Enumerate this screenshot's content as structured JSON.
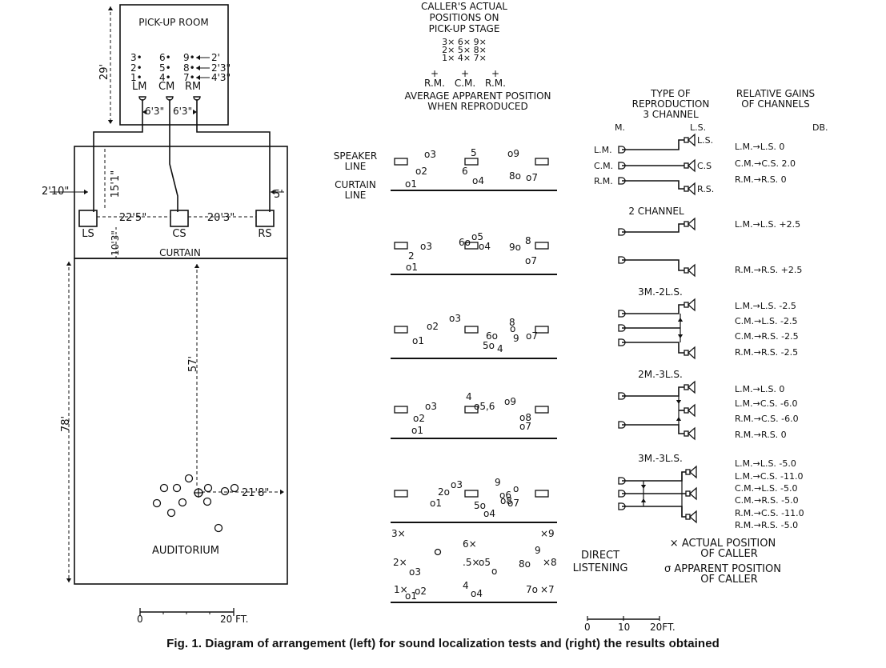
{
  "caption": "Fig. 1.   Diagram of arrangement (left) for sound localization tests and (right) the results obtained",
  "left": {
    "pickup_room": "PICK-UP ROOM",
    "pickup_depth": "29'",
    "stage_rows": [
      {
        "l": "3•",
        "c": "6•",
        "r": "9•",
        "d": "2'"
      },
      {
        "l": "2•",
        "c": "5•",
        "r": "8•",
        "d": "2'3\""
      },
      {
        "l": "1•",
        "c": "4•",
        "r": "7•",
        "d": "4'3\""
      }
    ],
    "mics": [
      "LM",
      "CM",
      "RM"
    ],
    "mic_spacing": [
      "6'3\"",
      "6'3\""
    ],
    "stage_depth": "15'1\"",
    "left_offset": "2'10\"",
    "right_offset": "5'",
    "speakers": [
      "LS",
      "CS",
      "RS"
    ],
    "speaker_spacing": [
      "22'5\"",
      "20'3\""
    ],
    "curtain_gap": "10'3\"",
    "curtain": "CURTAIN",
    "auditorium_depth": "78'",
    "listener_distance": "57'",
    "listener_width": "21'8\"",
    "auditorium": "AUDITORIUM",
    "scale_zero": "0",
    "scale_label": "20 FT."
  },
  "middle": {
    "caller_title": [
      "CALLER'S ACTUAL",
      "POSITIONS ON",
      "PICK-UP STAGE"
    ],
    "caller_rows": [
      "3×  6×  9×",
      "2×  5×  8×",
      "1×  4×  7×"
    ],
    "mic_labels": [
      "R.M.",
      "C.M.",
      "R.M."
    ],
    "avg_title": [
      "AVERAGE APPARENT POSITION",
      "WHEN REPRODUCED"
    ],
    "speaker_line": [
      "SPEAKER",
      "LINE"
    ],
    "curtain_line": [
      "CURTAIN",
      "LINE"
    ],
    "panels": [
      {
        "labels": [
          "o3",
          "5",
          "o9",
          "o2",
          "6",
          "8o",
          "o7",
          "o1",
          "o4"
        ]
      },
      {
        "labels": [
          "o3",
          "2",
          "6o",
          "o5",
          "o4",
          "9o",
          "8",
          "o7",
          "o1"
        ]
      },
      {
        "labels": [
          "o2",
          "o3",
          "8",
          "o",
          "9",
          "o7",
          "6o",
          "5o",
          "4",
          "o1"
        ]
      },
      {
        "labels": [
          "4",
          "o5,6",
          "o9",
          "o3",
          "o2",
          "o8",
          "o7",
          "o1"
        ]
      },
      {
        "labels": [
          "2o",
          "o3",
          "9",
          "o6",
          "o",
          "o8",
          "o7",
          "o1",
          "5o",
          "o4"
        ]
      }
    ],
    "direct_labels": [
      "3×",
      "6×",
      "×9",
      "2×",
      ".5×",
      "o5",
      "9",
      "8o",
      "×8",
      "o3",
      "o",
      "1×",
      "o1",
      "o2",
      "4",
      "o4",
      "7o",
      "×7"
    ],
    "direct_listening": [
      "DIRECT",
      "LISTENING"
    ],
    "legend": [
      [
        "× ACTUAL POSITION",
        "OF CALLER"
      ],
      [
        "σ APPARENT POSITION",
        "OF CALLER"
      ]
    ],
    "scale_ticks": [
      "0",
      "10",
      "20FT."
    ]
  },
  "right": {
    "type_header": [
      "TYPE OF",
      "REPRODUCTION",
      "3 CHANNEL"
    ],
    "gain_header": [
      "RELATIVE GAINS",
      "OF CHANNELS"
    ],
    "col_m": "M.",
    "col_ls": "L.S.",
    "col_db": "DB.",
    "sections": [
      {
        "name": "",
        "gains": [
          "L.M.→L.S.   0",
          "C.M.→C.S.  2.0",
          "R.M.→R.S.   0"
        ]
      },
      {
        "name": "2 CHANNEL",
        "gains": [
          "L.M.→L.S. +2.5",
          "R.M.→R.S. +2.5"
        ]
      },
      {
        "name": "3M.-2L.S.",
        "gains": [
          "L.M.→L.S. -2.5",
          "C.M.→L.S. -2.5",
          "C.M.→R.S. -2.5",
          "R.M.→R.S. -2.5"
        ]
      },
      {
        "name": "2M.-3L.S.",
        "gains": [
          "L.M.→L.S.    0",
          "L.M.→C.S.  -6.0",
          "R.M.→C.S.  -6.0",
          "R.M.→R.S.    0"
        ]
      },
      {
        "name": "3M.-3L.S.",
        "gains": [
          "L.M.→L.S.  -5.0",
          "L.M.→C.S. -11.0",
          "C.M.→L.S.  -5.0",
          "C.M.→R.S.  -5.0",
          "R.M.→C.S. -11.0",
          "R.M.→R.S.  -5.0"
        ]
      }
    ],
    "mic_names": [
      "L.M.",
      "C.M.",
      "R.M."
    ],
    "spk_names": [
      "L.S.",
      "C.S",
      "R.S."
    ]
  }
}
